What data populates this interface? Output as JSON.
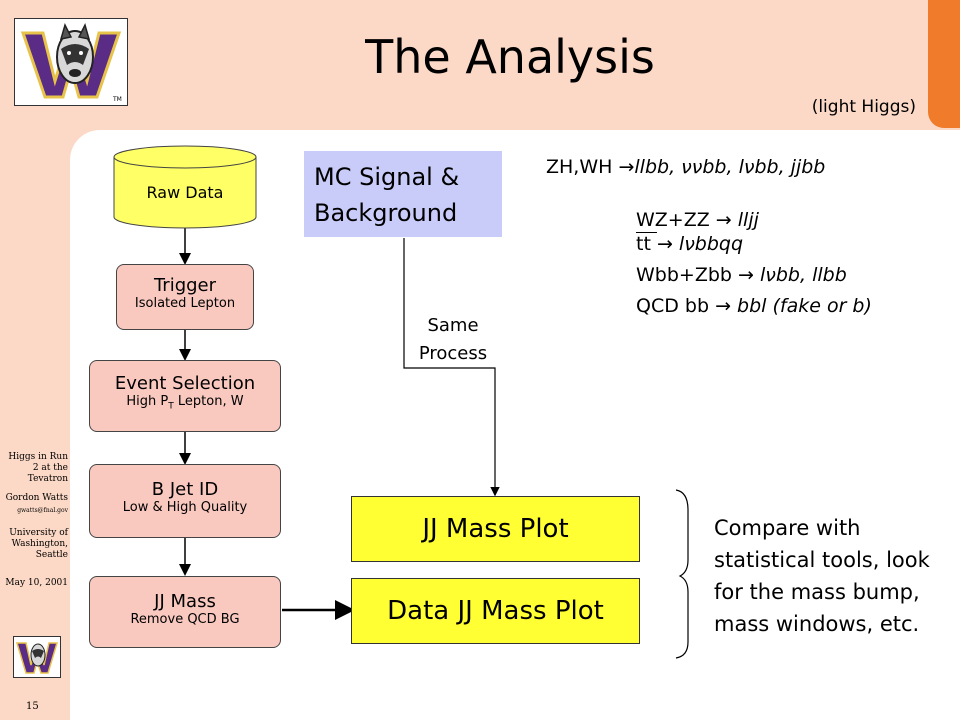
{
  "title": "The Analysis",
  "subtitle": "(light Higgs)",
  "sidebar": {
    "talk": "Higgs in Run 2 at the Tevatron",
    "author": "Gordon Watts",
    "email": "gwatts@fnal.gov",
    "affiliation": "University of Washington, Seattle",
    "date": "May 10, 2001",
    "page_number": "15"
  },
  "logo": {
    "letter": "W",
    "tm": "TM"
  },
  "flow": {
    "raw_data": "Raw Data",
    "trigger": {
      "main": "Trigger",
      "sub": "Isolated Lepton"
    },
    "event_selection": {
      "main": "Event Selection",
      "sub_prefix": "High P",
      "sub_subscript": "T",
      "sub_suffix": " Lepton, W"
    },
    "bjet_id": {
      "main": "B Jet ID",
      "sub": "Low & High Quality"
    },
    "jj_mass": {
      "main": "JJ Mass",
      "sub": "Remove QCD BG"
    }
  },
  "mc_box": {
    "line1": "MC Signal &",
    "line2": "Background"
  },
  "same_process": {
    "line1": "Same",
    "line2": "Process"
  },
  "jj_mass_plot": "JJ Mass Plot",
  "data_jj_mass_plot": "Data JJ Mass Plot",
  "signal_line": {
    "prefix": "ZH,WH ",
    "arrow": "→",
    "final": "llbb, ννbb, lνbb, jjbb"
  },
  "backgrounds": [
    {
      "lhs": "WZ+ZZ ",
      "arrow": "→",
      "rhs": " lljj"
    },
    {
      "lhs": "tt ",
      "arrow": "→",
      "rhs": " lνbbqq"
    },
    {
      "lhs": "Wbb+Zbb ",
      "arrow": "→",
      "rhs": " lνbb, llbb"
    },
    {
      "lhs": "QCD bb ",
      "arrow": "→",
      "rhs": " bbl (fake or b)"
    }
  ],
  "compare_text": "Compare with statistical tools, look for the mass bump, mass windows, etc."
}
